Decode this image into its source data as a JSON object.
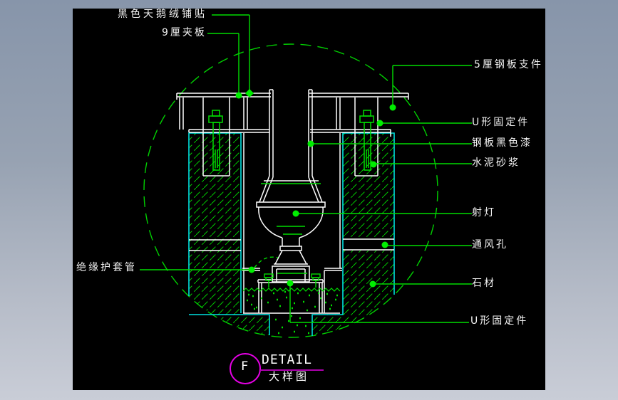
{
  "window": {
    "background_top": "#8795aa",
    "background_bottom": "#c9cdd7",
    "canvas_color": "#000000"
  },
  "colors": {
    "line_green": "#00dd00",
    "dot_green": "#00ee00",
    "stone_border_cyan": "#00e0e0",
    "linework_white": "#ffffff",
    "title_magenta": "#e600e6"
  },
  "annotations": {
    "velvet": "黑色天鹅绒铺贴",
    "plywood": "9厘夹板",
    "steel_support": "5厘钢板支件",
    "u_fixing_top": "U形固定件",
    "steel_black_paint": "钢板黑色漆",
    "cement_mortar": "水泥砂浆",
    "spotlight": "射灯",
    "vent_hole": "通风孔",
    "stone": "石材",
    "u_fixing_bottom": "U形固定件",
    "insulation_sleeve": "绝缘护套管"
  },
  "title_block": {
    "ref_letter": "F",
    "title_en": "DETAIL",
    "title_cn": "大样图"
  }
}
